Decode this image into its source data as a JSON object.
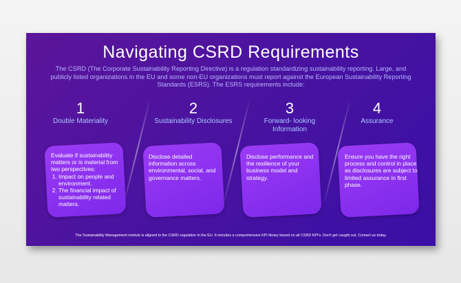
{
  "slide": {
    "title": "Navigating CSRD Requirements",
    "intro": "The CSRD (The Corporate Sustainability Reporting Directive) is a regulation standardizing sustainability reporting. Large, and publicly listed organizations in the EU and some non-EU organizations must report against the European Sustainability Reporting Standards (ESRS). The ESRS requirements include:",
    "columns": [
      {
        "number": "1",
        "heading": "Double Materiality",
        "text": "Evaluate if sustainability matters or is material from two perspectives:",
        "list": [
          "Impact on people and environment.",
          "The financial impact of sustainability related matters."
        ]
      },
      {
        "number": "2",
        "heading": "Sustainability Disclosures",
        "text": "Disclose detailed information across environmental, social, and governance matters."
      },
      {
        "number": "3",
        "heading": "Forward- looking Information",
        "text": "Disclose performance and the resilience of your business model and strategy."
      },
      {
        "number": "4",
        "heading": "Assurance",
        "text": "Ensure you have the right process and control in place as disclosures are subject to limited assurance in first phase."
      }
    ],
    "footer": "The Sustainability Management module is aligned to the CSRD regulation in the EU. It includes a comprehensive KPI library based on all CSRD KPI's. Don't get caught out. Contact us today."
  },
  "colors": {
    "background": "#4a13a0",
    "card": "#8a30ef",
    "intro_text": "#b8b6ff",
    "heading_text": "#a9c9ff"
  }
}
